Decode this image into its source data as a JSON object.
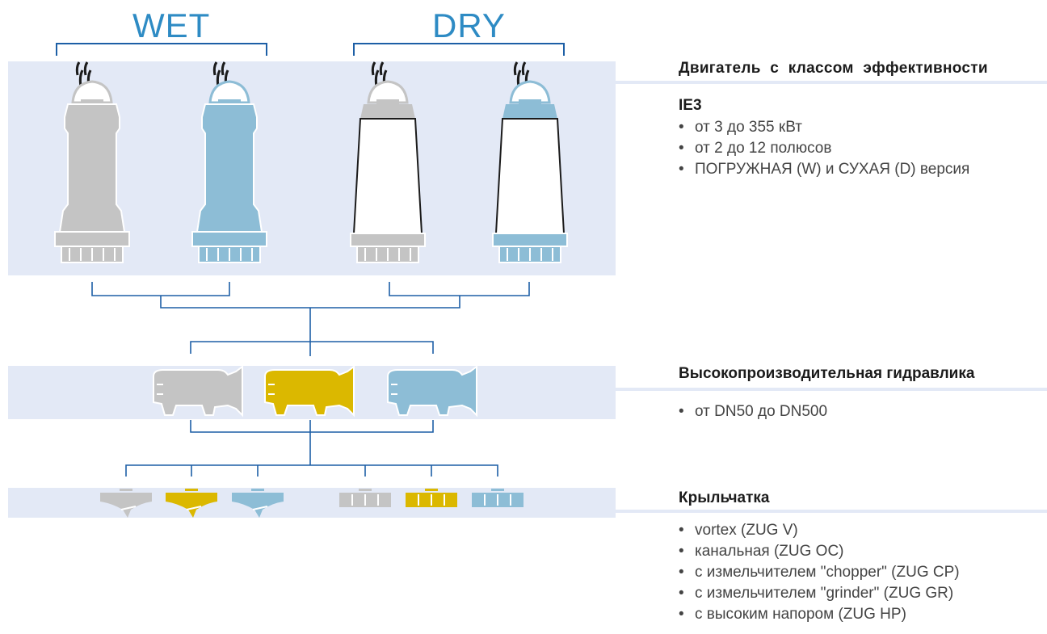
{
  "groups": {
    "wet": "WET",
    "dry": "DRY"
  },
  "sections": [
    {
      "title": "Двигатель с классом эффективности",
      "subtitle": "IE3",
      "items": [
        "от 3 до 355 кВт",
        "от 2 до 12 полюсов",
        "ПОГРУЖНАЯ (W) и СУХАЯ (D) версия"
      ]
    },
    {
      "title": "Высокопроизводительная гидравлика",
      "items": [
        "от DN50 до DN500"
      ]
    },
    {
      "title": "Крыльчатка",
      "items": [
        "vortex (ZUG V)",
        "канальная (ZUG OC)",
        "с измельчителем \"chopper\" (ZUG CP)",
        "с измельчителем \"grinder\" (ZUG GR)",
        "с высоким напором (ZUG HP)"
      ]
    }
  ],
  "colors": {
    "band": "#e3e9f6",
    "line": "#1d5fa6",
    "header": "#2e8bc4",
    "gray": "#c4c4c4",
    "blue": "#8dbdd6",
    "yellow": "#dbb800"
  },
  "icons": {
    "motors": [
      "motor-wet-gray-icon",
      "motor-wet-blue-icon",
      "motor-dry-gray-icon",
      "motor-dry-blue-icon"
    ],
    "hydraulics": [
      "hydraulic-gray-icon",
      "hydraulic-yellow-icon",
      "hydraulic-blue-icon"
    ],
    "impellers": [
      "impeller-vortex-gray-icon",
      "impeller-vortex-yellow-icon",
      "impeller-vortex-blue-icon",
      "impeller-channel-gray-icon",
      "impeller-channel-yellow-icon",
      "impeller-channel-blue-icon"
    ]
  }
}
